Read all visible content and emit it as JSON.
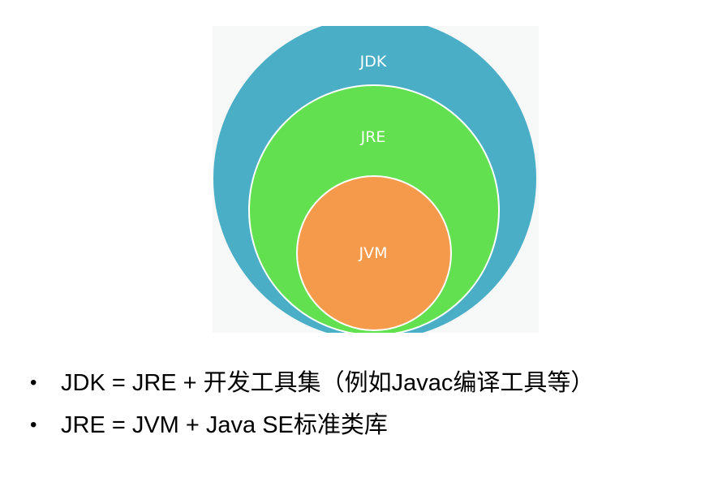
{
  "diagram": {
    "outer": {
      "label": "JDK",
      "color": "#4aaec6"
    },
    "middle": {
      "label": "JRE",
      "color": "#63e04f"
    },
    "inner": {
      "label": "JVM",
      "color": "#f59a4b"
    }
  },
  "notes": {
    "bullet": "•",
    "items": [
      "JDK = JRE + 开发工具集（例如Javac编译工具等）",
      "JRE = JVM + Java SE标准类库"
    ]
  }
}
